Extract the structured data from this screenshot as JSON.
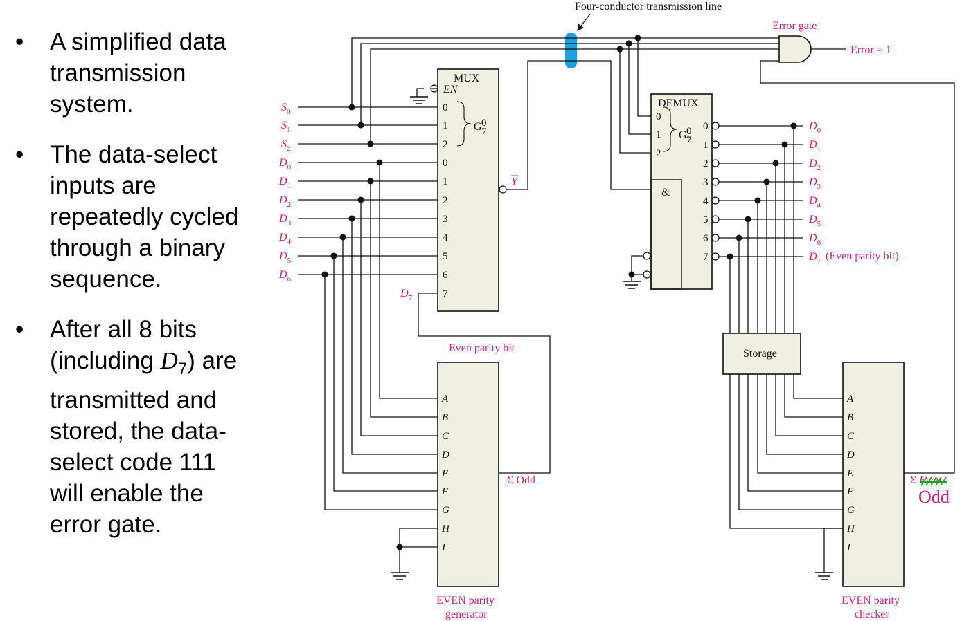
{
  "bullets": [
    {
      "text": "A simplified data transmission system."
    },
    {
      "text": "The data-select inputs are repeatedly cycled through a binary sequence."
    },
    {
      "pre": "After all 8 bits (including ",
      "sym": "D",
      "subsc": "7",
      "post": ") are transmitted and stored, the data-select code 111 will enable the error gate."
    }
  ],
  "bullet_symbol": "•",
  "diagram": {
    "transmission_line_label": "Four-conductor transmission line",
    "error_gate_label": "Error gate",
    "error_output_label": "Error = 1",
    "mux": {
      "title": "MUX",
      "enable": "EN",
      "select_group": "G",
      "select_sup": "0",
      "select_sub": "7",
      "select_pins": [
        "0",
        "1",
        "2"
      ],
      "data_pins": [
        "0",
        "1",
        "2",
        "3",
        "4",
        "5",
        "6",
        "7"
      ],
      "output": "Y"
    },
    "demux": {
      "title": "DEMUX",
      "select_group": "G",
      "select_sup": "0",
      "select_sub": "7",
      "select_pins": [
        "0",
        "1",
        "2"
      ],
      "and_symbol": "&",
      "output_pins": [
        "0",
        "1",
        "2",
        "3",
        "4",
        "5",
        "6",
        "7"
      ]
    },
    "mux_select_inputs": [
      "S",
      "S",
      "S"
    ],
    "mux_select_subs": [
      "0",
      "1",
      "2"
    ],
    "mux_data_inputs": [
      "D",
      "D",
      "D",
      "D",
      "D",
      "D",
      "D"
    ],
    "mux_data_subs": [
      "0",
      "1",
      "2",
      "3",
      "4",
      "5",
      "6"
    ],
    "d7_label": "D",
    "d7_sub": "7",
    "even_parity_bit_label": "Even parity bit",
    "demux_outputs": [
      "D",
      "D",
      "D",
      "D",
      "D",
      "D",
      "D",
      "D"
    ],
    "demux_output_subs": [
      "0",
      "1",
      "2",
      "3",
      "4",
      "5",
      "6",
      "7"
    ],
    "d7_note": "(Even parity bit)",
    "storage_label": "Storage",
    "generator": {
      "inputs": [
        "A",
        "B",
        "C",
        "D",
        "E",
        "F",
        "G",
        "H",
        "I"
      ],
      "output": "Σ Odd",
      "caption_line1": "EVEN parity",
      "caption_line2": "generator"
    },
    "checker": {
      "inputs": [
        "A",
        "B",
        "C",
        "D",
        "E",
        "F",
        "G",
        "H",
        "I"
      ],
      "output": "Σ",
      "output_struck": "Even",
      "output_correction": "Odd",
      "caption_line1": "EVEN parity",
      "caption_line2": "checker"
    }
  },
  "colors": {
    "label_magenta": "#e0197a",
    "line_blue": "#1ba0e0",
    "block_fill": "#f1efe2",
    "strike_green": "#2aa02a"
  }
}
